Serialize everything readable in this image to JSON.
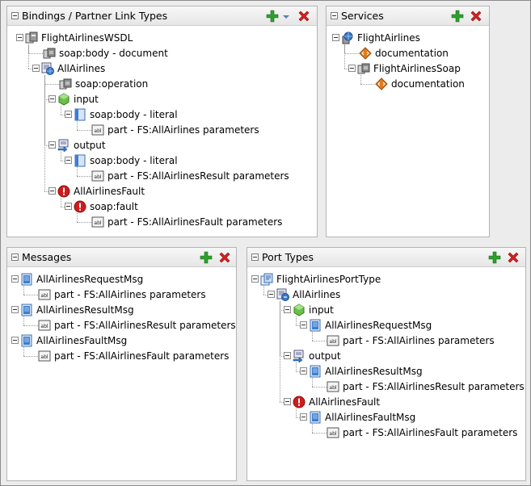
{
  "bindings": {
    "title": "Bindings / Partner Link Types",
    "nodes": [
      {
        "label": "FlightAirlinesWSDL",
        "icon": "wsdl-icon"
      },
      {
        "label": "soap:body - document",
        "icon": "soap-icon"
      },
      {
        "label": "AllAirlines",
        "icon": "operation-globe-icon"
      },
      {
        "label": "soap:operation",
        "icon": "soap-icon"
      },
      {
        "label": "input",
        "icon": "input-icon"
      },
      {
        "label": "soap:body - literal",
        "icon": "body-icon"
      },
      {
        "label": "part - FS:AllAirlines parameters",
        "icon": "part-icon"
      },
      {
        "label": "output",
        "icon": "output-icon"
      },
      {
        "label": "soap:body - literal",
        "icon": "body-icon"
      },
      {
        "label": "part - FS:AllAirlinesResult parameters",
        "icon": "part-icon"
      },
      {
        "label": "AllAirlinesFault",
        "icon": "fault-icon"
      },
      {
        "label": "soap:fault",
        "icon": "fault-icon"
      },
      {
        "label": "part - FS:AllAirlinesFault parameters",
        "icon": "part-icon"
      }
    ]
  },
  "services": {
    "title": "Services",
    "nodes": [
      {
        "label": "FlightAirlines",
        "icon": "service-icon"
      },
      {
        "label": "documentation",
        "icon": "documentation-icon"
      },
      {
        "label": "FlightAirlinesSoap",
        "icon": "soap-icon"
      },
      {
        "label": "documentation",
        "icon": "documentation-icon"
      }
    ]
  },
  "messages": {
    "title": "Messages",
    "nodes": [
      {
        "label": "AllAirlinesRequestMsg",
        "icon": "message-icon"
      },
      {
        "label": "part - FS:AllAirlines parameters",
        "icon": "part-icon"
      },
      {
        "label": "AllAirlinesResultMsg",
        "icon": "message-icon"
      },
      {
        "label": "part - FS:AllAirlinesResult parameters",
        "icon": "part-icon"
      },
      {
        "label": "AllAirlinesFaultMsg",
        "icon": "message-icon"
      },
      {
        "label": "part - FS:AllAirlinesFault parameters",
        "icon": "part-icon"
      }
    ]
  },
  "port_types": {
    "title": "Port Types",
    "nodes": [
      {
        "label": "FlightAirlinesPortType",
        "icon": "port-type-icon"
      },
      {
        "label": "AllAirlines",
        "icon": "operation-icon"
      },
      {
        "label": "input",
        "icon": "input-icon"
      },
      {
        "label": "AllAirlinesRequestMsg",
        "icon": "message-icon"
      },
      {
        "label": "part - FS:AllAirlines parameters",
        "icon": "part-icon"
      },
      {
        "label": "output",
        "icon": "output-icon"
      },
      {
        "label": "AllAirlinesResultMsg",
        "icon": "message-icon"
      },
      {
        "label": "part - FS:AllAirlinesResult parameters",
        "icon": "part-icon"
      },
      {
        "label": "AllAirlinesFault",
        "icon": "fault-icon"
      },
      {
        "label": "AllAirlinesFaultMsg",
        "icon": "message-icon"
      },
      {
        "label": "part - FS:AllAirlinesFault parameters",
        "icon": "part-icon"
      }
    ]
  },
  "colors": {
    "add_green": "#2e9e2e",
    "delete_red": "#d42020",
    "fault_red": "#d01c1c",
    "input_green": "#6cc04a",
    "message_blue": "#3d7fd0",
    "doc_orange": "#e07a1c"
  }
}
